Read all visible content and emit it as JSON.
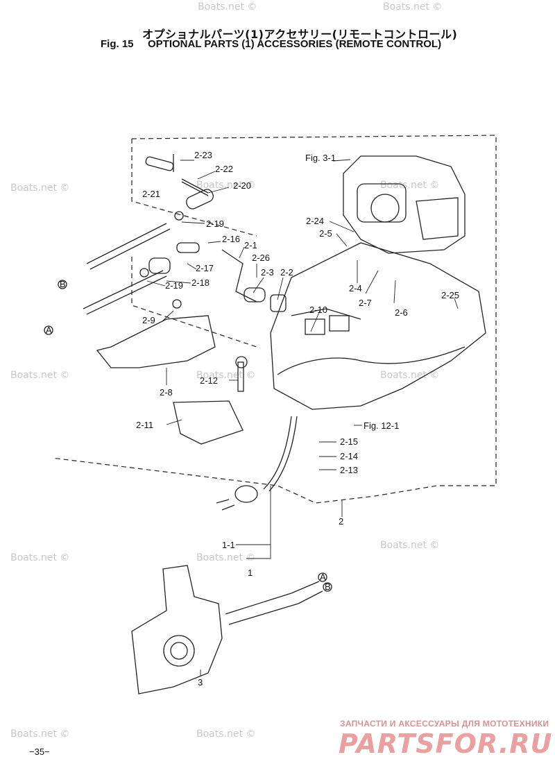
{
  "header": {
    "japanese_title": "オプショナルパーツ(1)アクセサリー(リモートコントロール)",
    "fig_number": "Fig. 15",
    "title": "OPTIONAL PARTS (1) ACCESSORIES (REMOTE CONTROL)"
  },
  "parts": [
    "2-23",
    "2-22",
    "2-20",
    "2-21",
    "2-19",
    "2-16",
    "2-1",
    "2-26",
    "2-17",
    "2-18",
    "2-19",
    "2-3",
    "2-2",
    "2-9",
    "2-8",
    "2-12",
    "2-11",
    "2-24",
    "2-5",
    "2-4",
    "2-7",
    "2-6",
    "2-10",
    "2-25",
    "2-15",
    "2-14",
    "2-13",
    "2",
    "1-1",
    "1",
    "3"
  ],
  "refs": {
    "fig_3_1": "Fig. 3-1",
    "fig_12_1": "Fig. 12-1",
    "marker_a": "A",
    "marker_b": "B"
  },
  "watermark": "Boats.net ©",
  "footer": {
    "page_number": "−35−",
    "brand_tagline": "ЗАПЧАСТИ И АКСЕССУАРЫ ДЛЯ МОТОТЕХНИКИ",
    "brand_logo": "PARTSFOR.RU"
  }
}
